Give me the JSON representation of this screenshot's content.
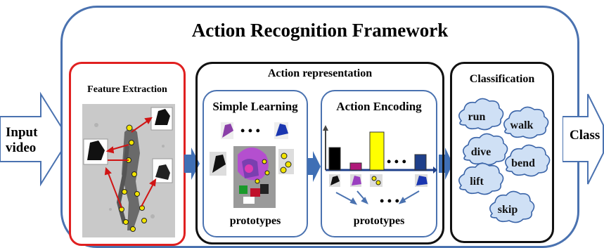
{
  "framework": {
    "title": "Action Recognition Framework"
  },
  "input": {
    "label_line1": "Input",
    "label_line2": "video"
  },
  "output": {
    "label": "Class"
  },
  "feature_extraction": {
    "title": "Feature Extraction"
  },
  "action_representation": {
    "title": "Action representation",
    "simple_learning": {
      "title": "Simple Learning",
      "dots": "• • •",
      "caption": "prototypes"
    },
    "action_encoding": {
      "title": "Action Encoding",
      "dots": "• • •",
      "dots_bottom": "• • •",
      "caption": "prototypes"
    }
  },
  "classification": {
    "title": "Classification",
    "classes": [
      "run",
      "walk",
      "dive",
      "bend",
      "lift",
      "skip"
    ]
  },
  "colors": {
    "frame_border": "#4a72b0",
    "feature_border": "#e02020",
    "inner_border": "#4a72b0",
    "arrow_fill": "#3f6fb5",
    "cloud_fill": "#cfe0f5",
    "cloud_stroke": "#3a64a8",
    "histogram_bars": [
      "#000000",
      "#b01a7a",
      "#ffff00",
      "#1e3f8a"
    ]
  },
  "icons": [
    "arrow-right-icon",
    "cloud-icon",
    "arrow-down-icon"
  ]
}
